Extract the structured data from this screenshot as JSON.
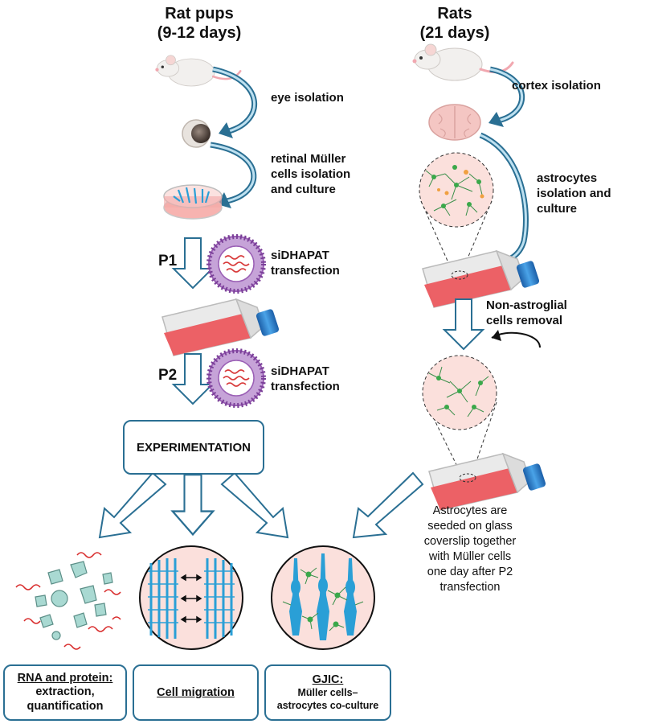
{
  "left_title": "Rat pups\n(9-12 days)",
  "right_title": "Rats\n(21 days)",
  "steps": {
    "eye_isolation": "eye isolation",
    "muller_isolation": "retinal Müller\ncells isolation\nand culture",
    "p1": "P1",
    "p1_transfection": "siDHAPAT\ntransfection",
    "p2": "P2",
    "p2_transfection": "siDHAPAT\ntransfection",
    "cortex_isolation": "cortex isolation",
    "astro_isolation": "astrocytes\nisolation and culture",
    "non_astro_removal": "Non-astroglial\ncells removal"
  },
  "experimentation": "EXPERIMENTATION",
  "seeding_note": "Astrocytes are\nseeded on glass\ncoverslip together\nwith Müller cells\none day after P2\ntransfection",
  "outputs": {
    "rna_title": "RNA and protein:",
    "rna_sub": "extraction,\nquantification",
    "migration": "Cell migration",
    "gjic_title": "GJIC:",
    "gjic_sub": "Müller cells–\nastrocytes co-culture"
  },
  "colors": {
    "arrow": "#2a6f93",
    "pink": "#f9d9d4",
    "flask_medium": "#e8575c",
    "cap": "#2c7fc6",
    "cell_blue": "#2a9fd6",
    "cell_green": "#3aa84a",
    "liposome": "#9a5fb5"
  },
  "icons": [
    "rat-pup-icon",
    "eye-icon",
    "petri-dish-icon",
    "liposome-icon",
    "flask-icon",
    "rat-icon",
    "brain-icon",
    "rotate-arrow-icon",
    "molecule-fragments-icon",
    "muller-cell-icon",
    "astrocyte-icon"
  ]
}
